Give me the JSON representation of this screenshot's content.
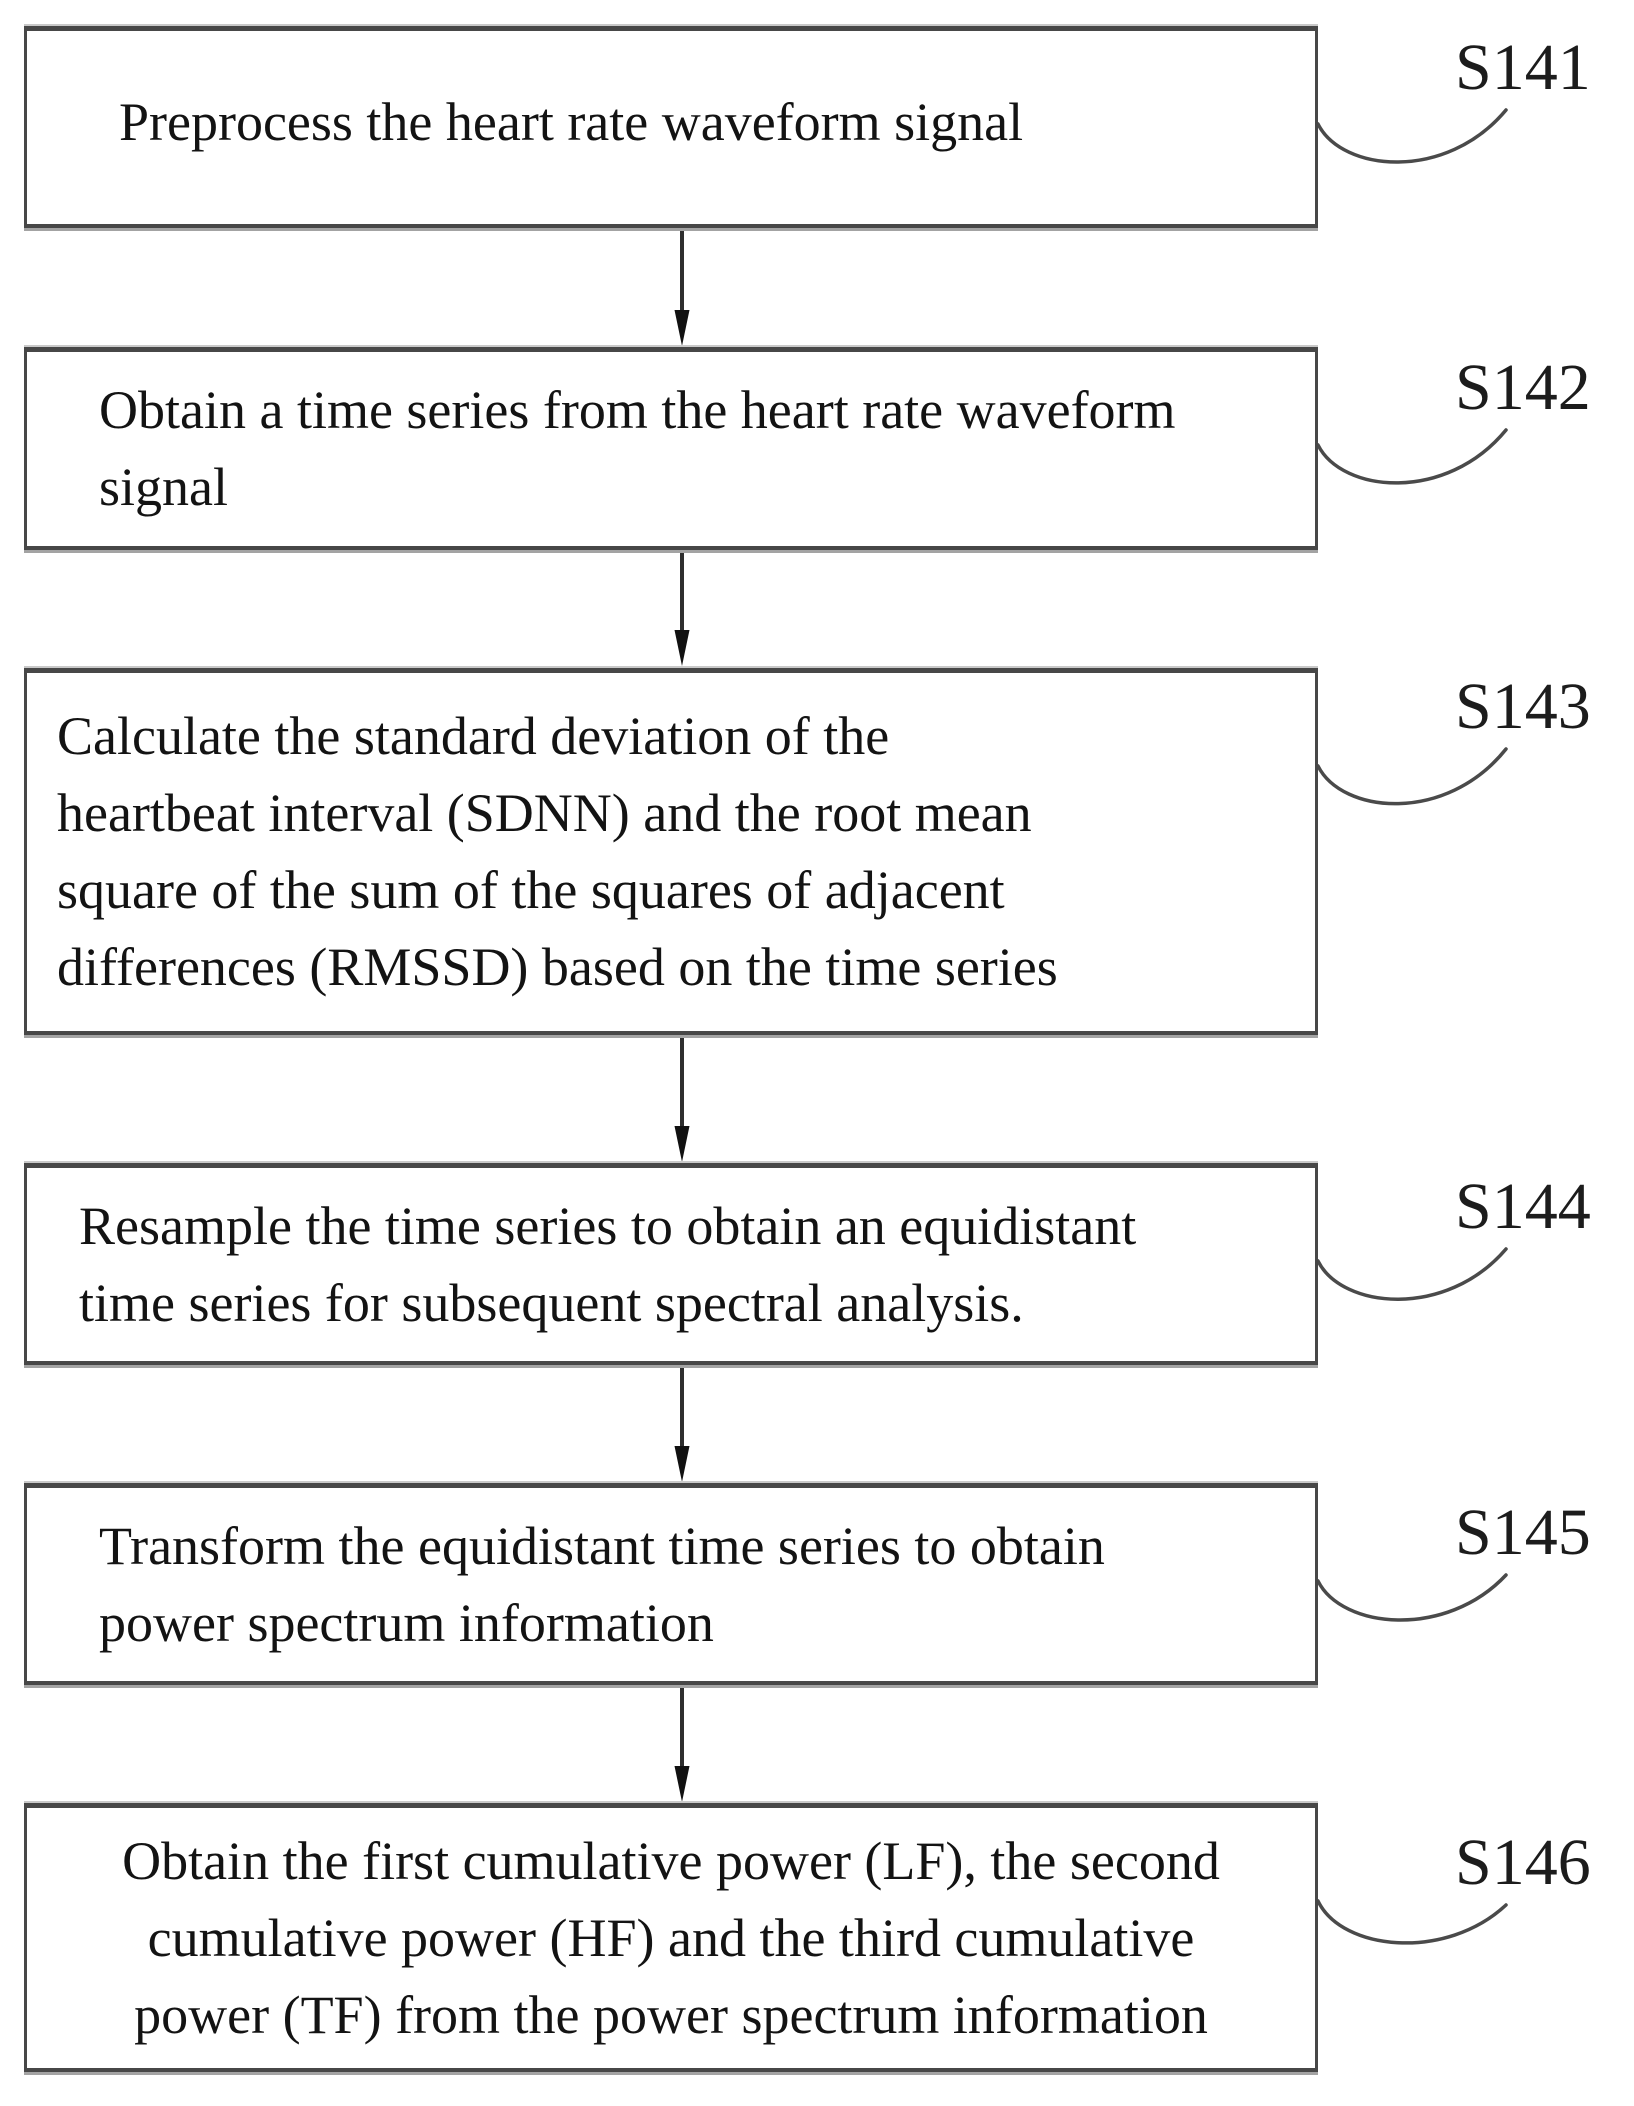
{
  "figure": {
    "type": "flowchart",
    "background_color": "#ffffff",
    "line_color": "#3f3f3f",
    "text_color": "#131313",
    "steps": [
      {
        "label": "S141",
        "lines": [
          "Preprocess the heart rate waveform signal"
        ]
      },
      {
        "label": "S142",
        "lines": [
          "Obtain a time series from the heart rate waveform",
          "signal"
        ]
      },
      {
        "label": "S143",
        "lines": [
          "Calculate the standard deviation of the",
          "heartbeat interval (SDNN) and the root mean",
          "square of the sum of the squares of adjacent",
          "differences (RMSSD) based on the time series"
        ]
      },
      {
        "label": "S144",
        "lines": [
          "Resample the time series to obtain an equidistant",
          "time series for subsequent spectral analysis."
        ]
      },
      {
        "label": "S145",
        "lines": [
          "Transform the equidistant time series to obtain",
          "power spectrum information"
        ]
      },
      {
        "label": "S146",
        "lines": [
          "Obtain the first cumulative power (LF), the second",
          "cumulative power (HF) and the third cumulative",
          "power (TF) from the power spectrum information"
        ]
      }
    ]
  }
}
